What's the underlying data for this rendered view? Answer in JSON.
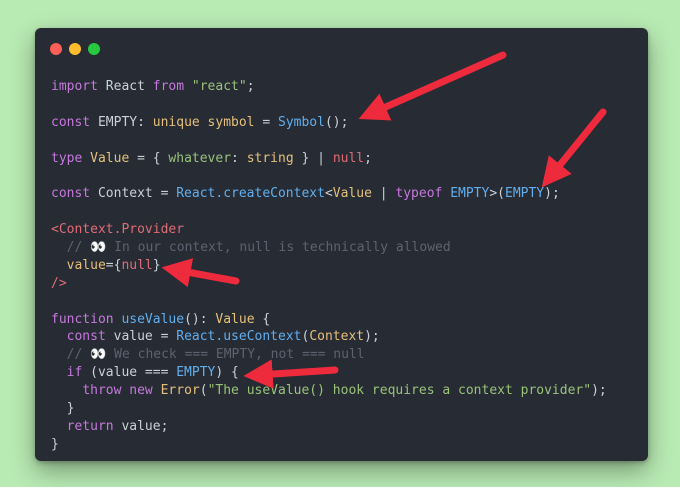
{
  "colors": {
    "background": "#b8eab3",
    "window": "#272b33",
    "dot_red": "#ff5f56",
    "dot_yellow": "#ffbd2e",
    "dot_green": "#27c93f",
    "arrow": "#ee2a3d"
  },
  "window_controls": [
    "close",
    "minimize",
    "maximize"
  ],
  "code": {
    "l1": [
      "import",
      " React ",
      "from",
      " ",
      "\"react\"",
      ";"
    ],
    "l2": [
      "const",
      " EMPTY: ",
      "unique symbol",
      " = ",
      "Symbol",
      "();"
    ],
    "l3": [
      "type",
      " ",
      "Value",
      " = { ",
      "whatever",
      ": ",
      "string",
      " } | ",
      "null",
      ";"
    ],
    "l4": [
      "const",
      " Context = ",
      "React.createContext",
      "<",
      "Value",
      " | ",
      "typeof",
      " ",
      "EMPTY",
      ">(",
      "EMPTY",
      ");"
    ],
    "l5": [
      "<Context.Provider"
    ],
    "l6": [
      "  // 👀 In our context, null is technically allowed"
    ],
    "l7": [
      "  ",
      "value",
      "={",
      "null",
      "}"
    ],
    "l8": [
      "/>"
    ],
    "l9": [
      "function",
      " ",
      "useValue",
      "(): ",
      "Value",
      " {"
    ],
    "l10": [
      "  ",
      "const",
      " value = ",
      "React.useContext",
      "(",
      "Context",
      ");"
    ],
    "l11": [
      "  // 👀 We check === EMPTY, not === null"
    ],
    "l12": [
      "  ",
      "if",
      " (value === ",
      "EMPTY",
      ") {"
    ],
    "l13": [
      "    ",
      "throw",
      " ",
      "new",
      " ",
      "Error",
      "(",
      "\"The useValue() hook requires a context provider\"",
      ");"
    ],
    "l14": [
      "  }"
    ],
    "l15": [
      "  ",
      "return",
      " value;"
    ],
    "l16": [
      "}"
    ]
  },
  "annotations": [
    "arrow-to-symbol",
    "arrow-to-empty-default",
    "arrow-to-null-value",
    "arrow-to-empty-check"
  ]
}
